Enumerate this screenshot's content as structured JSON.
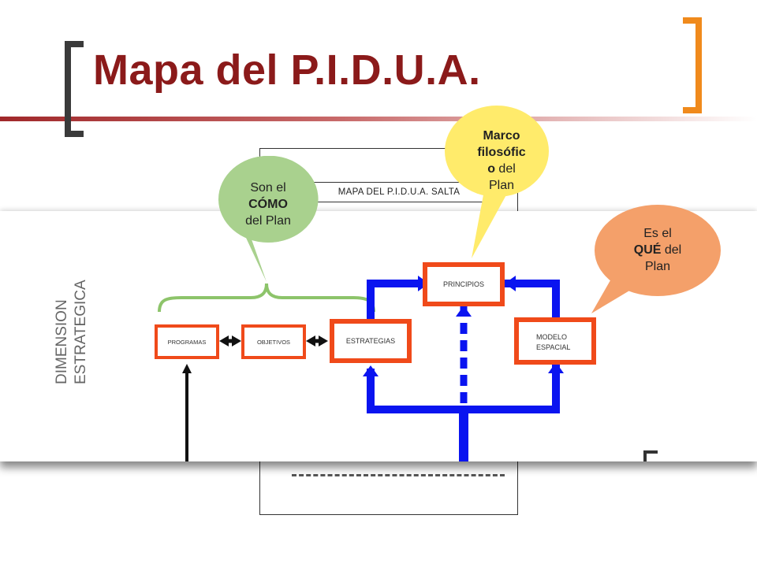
{
  "slide": {
    "title": "Mapa del P.I.D.U.A."
  },
  "colors": {
    "title": "#8b1a1a",
    "rule_left": "#a0282a",
    "bracket_dark": "#3a3a3a",
    "bracket_orange": "#f08a1c",
    "box_border": "#f04a1a",
    "flow_blue": "#0a14f0",
    "callout_green": "#a9d18e",
    "callout_yellow": "#ffeb6b",
    "callout_orange": "#f4a06a",
    "brace_green": "#8dc46a"
  },
  "back_document": {
    "map_title": "MAPA DEL P.I.D.U.A. SALTA"
  },
  "diagram": {
    "side_label_line1": "DIMENSION",
    "side_label_line2": "ESTRATEGICA",
    "boxes": {
      "programas": "PROGRAMAS",
      "objetivos": "OBJETIVOS",
      "estrategias": "ESTRATEGIAS",
      "principios": "PRINCIPIOS",
      "modelo_line1": "MODELO",
      "modelo_line2": "ESPACIAL"
    }
  },
  "callouts": {
    "como": {
      "line1": "Son el",
      "bold": "CÓMO",
      "line3": "del Plan"
    },
    "marco": {
      "bold1": "Marco",
      "bold2": "filosófic",
      "bold3": "o",
      "rest3": " del",
      "line4": "Plan"
    },
    "que": {
      "line1": "Es el",
      "bold": "QUÉ",
      "rest2": " del",
      "line3": "Plan"
    }
  }
}
